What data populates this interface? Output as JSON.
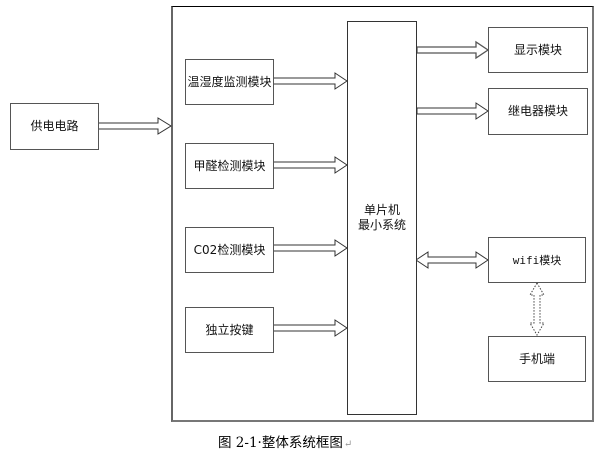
{
  "figure": {
    "caption": "图 2-1·整体系统框图",
    "paragraph_mark": "↵"
  },
  "nodes": {
    "power": {
      "label": "供电电路"
    },
    "temp_humidity": {
      "label": "温湿度监测模块"
    },
    "formaldehyde": {
      "label": "甲醛检测模块"
    },
    "co2": {
      "label": "C02检测模块"
    },
    "keys": {
      "label": "独立按键"
    },
    "mcu": {
      "line1": "单片机",
      "line2": "最小系统"
    },
    "display": {
      "label": "显示模块"
    },
    "relay": {
      "label": "继电器模块"
    },
    "wifi": {
      "label": "wifi模块"
    },
    "phone": {
      "label": "手机端"
    }
  },
  "edges": [
    {
      "from": "power",
      "to": "system",
      "style": "hollow-arrow"
    },
    {
      "from": "temp_humidity",
      "to": "mcu",
      "style": "hollow-arrow"
    },
    {
      "from": "formaldehyde",
      "to": "mcu",
      "style": "hollow-arrow"
    },
    {
      "from": "co2",
      "to": "mcu",
      "style": "hollow-arrow"
    },
    {
      "from": "keys",
      "to": "mcu",
      "style": "hollow-arrow"
    },
    {
      "from": "mcu",
      "to": "display",
      "style": "hollow-arrow"
    },
    {
      "from": "mcu",
      "to": "relay",
      "style": "hollow-arrow"
    },
    {
      "from": "mcu",
      "to": "wifi",
      "style": "hollow-double-arrow"
    },
    {
      "from": "wifi",
      "to": "phone",
      "style": "dotted-double-arrow"
    }
  ]
}
